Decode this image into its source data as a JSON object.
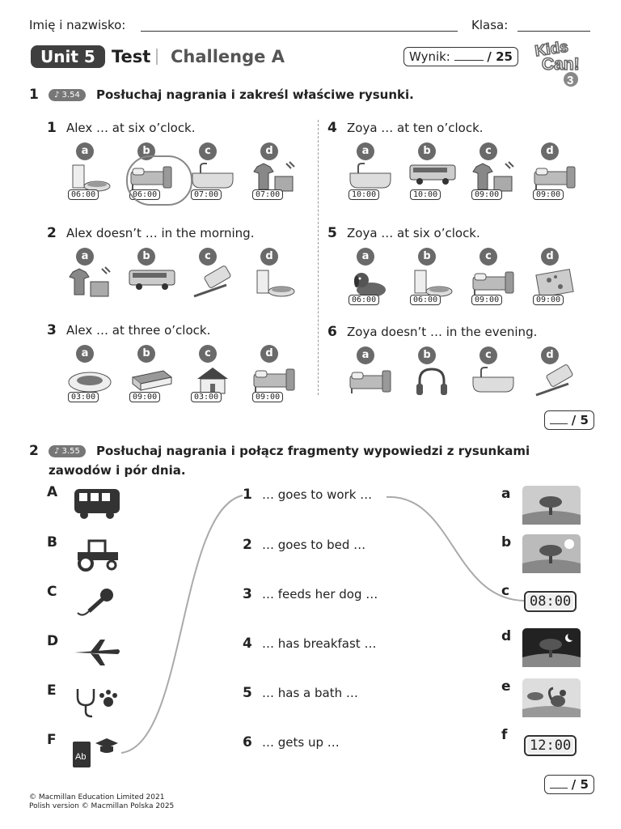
{
  "header": {
    "name_label": "Imię i nazwisko:",
    "class_label": "Klasa:",
    "unit": "Unit 5",
    "test": "Test",
    "challenge": "Challenge A",
    "score_label": "Wynik:",
    "score_total": "/ 25",
    "logo_text": "Kids Can! 3"
  },
  "ex1": {
    "number": "1",
    "track": "♪ 3.54",
    "instruction": "Posłuchaj nagrania i zakreśl właściwe rysunki.",
    "score": "/ 5",
    "items": [
      {
        "num": "1",
        "text": "Alex … at six o’clock.",
        "clocks": [
          "06:00",
          "06:00",
          "07:00",
          "07:00"
        ]
      },
      {
        "num": "2",
        "text": "Alex doesn’t … in the morning.",
        "clocks": [
          "",
          "",
          "",
          ""
        ]
      },
      {
        "num": "3",
        "text": "Alex … at three o’clock.",
        "clocks": [
          "03:00",
          "09:00",
          "03:00",
          "09:00"
        ]
      },
      {
        "num": "4",
        "text": "Zoya … at ten o’clock.",
        "clocks": [
          "10:00",
          "10:00",
          "09:00",
          "09:00"
        ]
      },
      {
        "num": "5",
        "text": "Zoya … at six o’clock.",
        "clocks": [
          "06:00",
          "06:00",
          "09:00",
          "09:00"
        ]
      },
      {
        "num": "6",
        "text": "Zoya doesn’t … in the evening.",
        "clocks": [
          "",
          "",
          "",
          ""
        ]
      }
    ],
    "letters": [
      "a",
      "b",
      "c",
      "d"
    ]
  },
  "ex2": {
    "number": "2",
    "track": "♪ 3.55",
    "instruction_line1": "Posłuchaj nagrania i połącz fragmenty wypowiedzi z rysunkami",
    "instruction_line2": "zawodów i pór dnia.",
    "score": "/ 5",
    "left": [
      "A",
      "B",
      "C",
      "D",
      "E",
      "F"
    ],
    "middle": [
      {
        "num": "1",
        "text": "… goes to work …"
      },
      {
        "num": "2",
        "text": "… goes to bed …"
      },
      {
        "num": "3",
        "text": "… feeds her dog …"
      },
      {
        "num": "4",
        "text": "… has breakfast …"
      },
      {
        "num": "5",
        "text": "… has a bath …"
      },
      {
        "num": "6",
        "text": "… gets up …"
      }
    ],
    "right": [
      "a",
      "b",
      "c",
      "d",
      "e",
      "f"
    ],
    "clock_c": "08:00",
    "clock_f": "12:00",
    "book_label": "Ab"
  },
  "footer": {
    "line1": "© Macmillan Education Limited 2021",
    "line2": "Polish version © Macmillan Polska 2025"
  }
}
